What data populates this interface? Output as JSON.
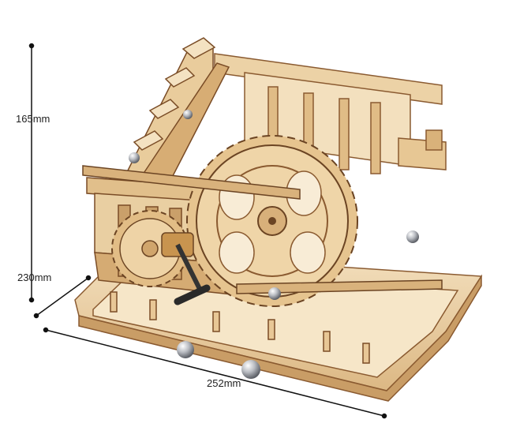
{
  "image": {
    "subject": "laser-cut wooden mechanical marble run model with gears",
    "colors": {
      "background": "#ffffff",
      "wood_light": "#f0d9b3",
      "wood_mid": "#e2c08e",
      "wood_dark": "#b98a52",
      "burn_edge": "#6b4423",
      "steel": "#c9ccd1",
      "dimension_line": "#111111"
    }
  },
  "dimensions": {
    "height_label": "165mm",
    "depth_label": "230mm",
    "width_label": "252mm"
  }
}
